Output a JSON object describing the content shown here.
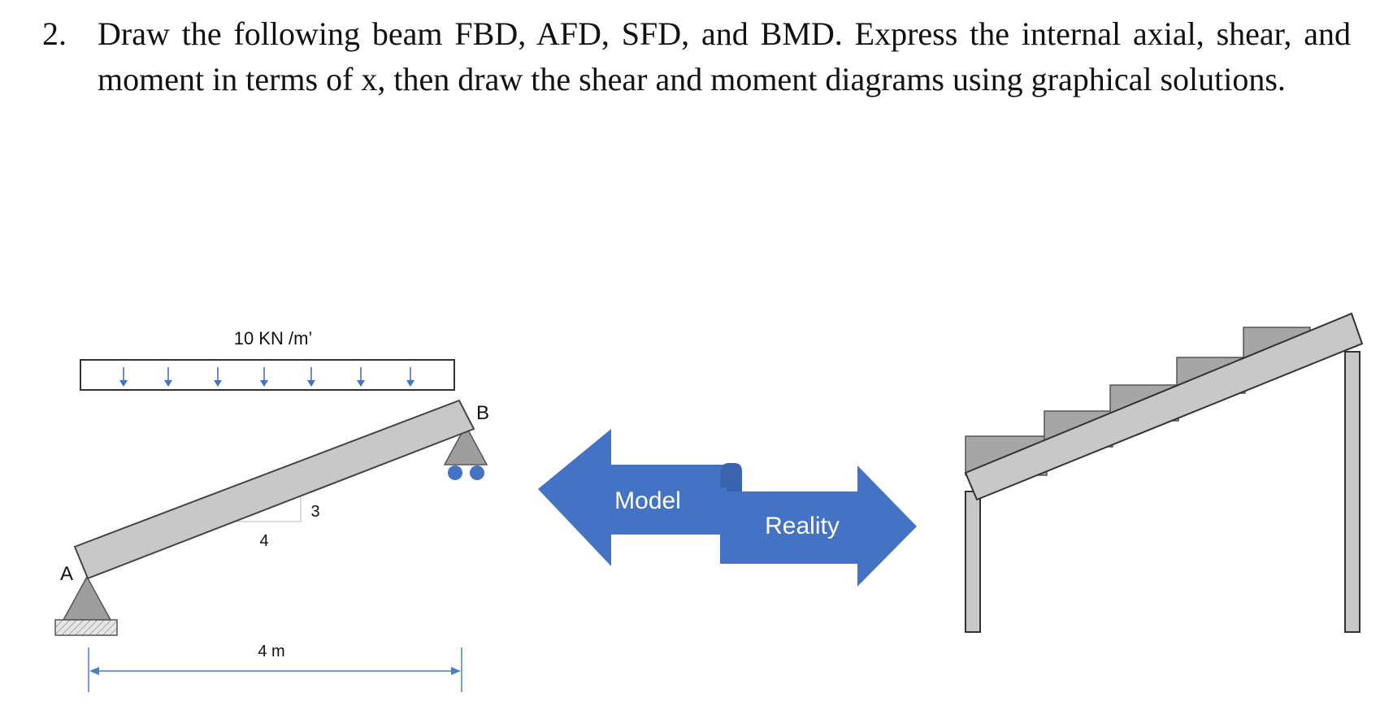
{
  "problem": {
    "number": "2.",
    "text": "Draw the following beam FBD, AFD, SFD, and BMD. Express the internal axial, shear, and moment in terms of x, then draw the shear and moment diagrams using graphical solutions."
  },
  "model": {
    "load_label": "10 KN /m’",
    "slope_rise": "3",
    "slope_run": "4",
    "support_a": "A",
    "support_b": "B",
    "span_label": "4 m"
  },
  "arrows": {
    "model_label": "Model",
    "reality_label": "Reality"
  },
  "colors": {
    "beam_fill": "#c8c8c8",
    "support_fill": "#9e9e9e",
    "arrow_blue": "#4472c4",
    "dimension_blue": "#4a7fc1",
    "step_fill": "#a6a6a6"
  }
}
